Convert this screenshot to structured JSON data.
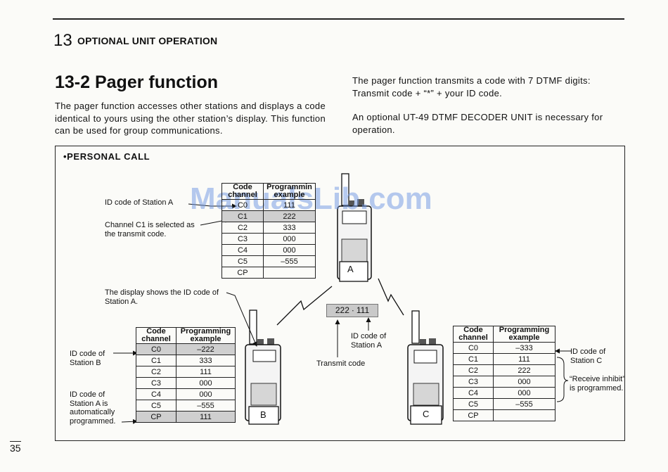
{
  "header": {
    "section_number": "13",
    "section_title": "OPTIONAL UNIT OPERATION"
  },
  "heading": "13-2 Pager function",
  "paragraphs": {
    "left": "The pager function accesses other stations and displays a code identical to yours using the other station’s display. This function can be used for group communications.",
    "right1": "The pager function transmits a code with 7 DTMF digits: Transmit code + “*” + your ID code.",
    "right2": "An optional UT-49 DTMF DECODER UNIT is necessary for operation."
  },
  "diagram": {
    "title": "PERSONAL CALL",
    "table_a": {
      "headers": [
        "Code channel",
        "Programmin example"
      ],
      "rows": [
        [
          "C0",
          "111"
        ],
        [
          "C1",
          "222"
        ],
        [
          "C2",
          "333"
        ],
        [
          "C3",
          "000"
        ],
        [
          "C4",
          "000"
        ],
        [
          "C5",
          "–555"
        ],
        [
          "CP",
          ""
        ]
      ]
    },
    "table_b": {
      "headers": [
        "Code channel",
        "Programming example"
      ],
      "rows": [
        [
          "C0",
          "–222"
        ],
        [
          "C1",
          "333"
        ],
        [
          "C2",
          "111"
        ],
        [
          "C3",
          "000"
        ],
        [
          "C4",
          "000"
        ],
        [
          "C5",
          "–555"
        ],
        [
          "CP",
          "111"
        ]
      ]
    },
    "table_c": {
      "headers": [
        "Code channel",
        "Programming example"
      ],
      "rows": [
        [
          "C0",
          "–333"
        ],
        [
          "C1",
          "111"
        ],
        [
          "C2",
          "222"
        ],
        [
          "C3",
          "000"
        ],
        [
          "C4",
          "000"
        ],
        [
          "C5",
          "–555"
        ],
        [
          "CP",
          ""
        ]
      ]
    },
    "labels": {
      "id_a": "ID code of Station A",
      "ch_c1": "Channel C1 is selected as the transmit code.",
      "display_shows": "The display shows the ID code of Station A.",
      "id_b": "ID code of Station B",
      "id_a_auto": "ID code of Station A is automatically programmed.",
      "id_a_display": "ID code of Station A",
      "transmit_code": "Transmit code",
      "id_c": "ID code of Station C",
      "receive_inhibit": "“Receive inhibit” is programmed."
    },
    "display_code": "222 ∙ 111",
    "station_letters": {
      "a": "A",
      "b": "B",
      "c": "C"
    }
  },
  "watermark": "ManualsLib.com",
  "page_number": "35"
}
